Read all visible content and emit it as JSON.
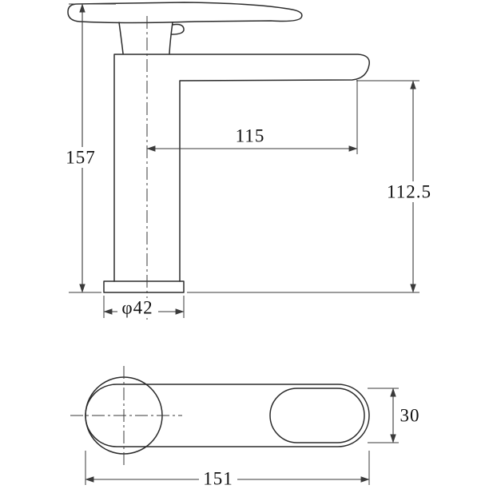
{
  "dims": {
    "total_height": "157",
    "spout_reach": "115",
    "outlet_height": "112.5",
    "base_diameter": "φ42",
    "spout_width": "30",
    "overall_length": "151"
  }
}
